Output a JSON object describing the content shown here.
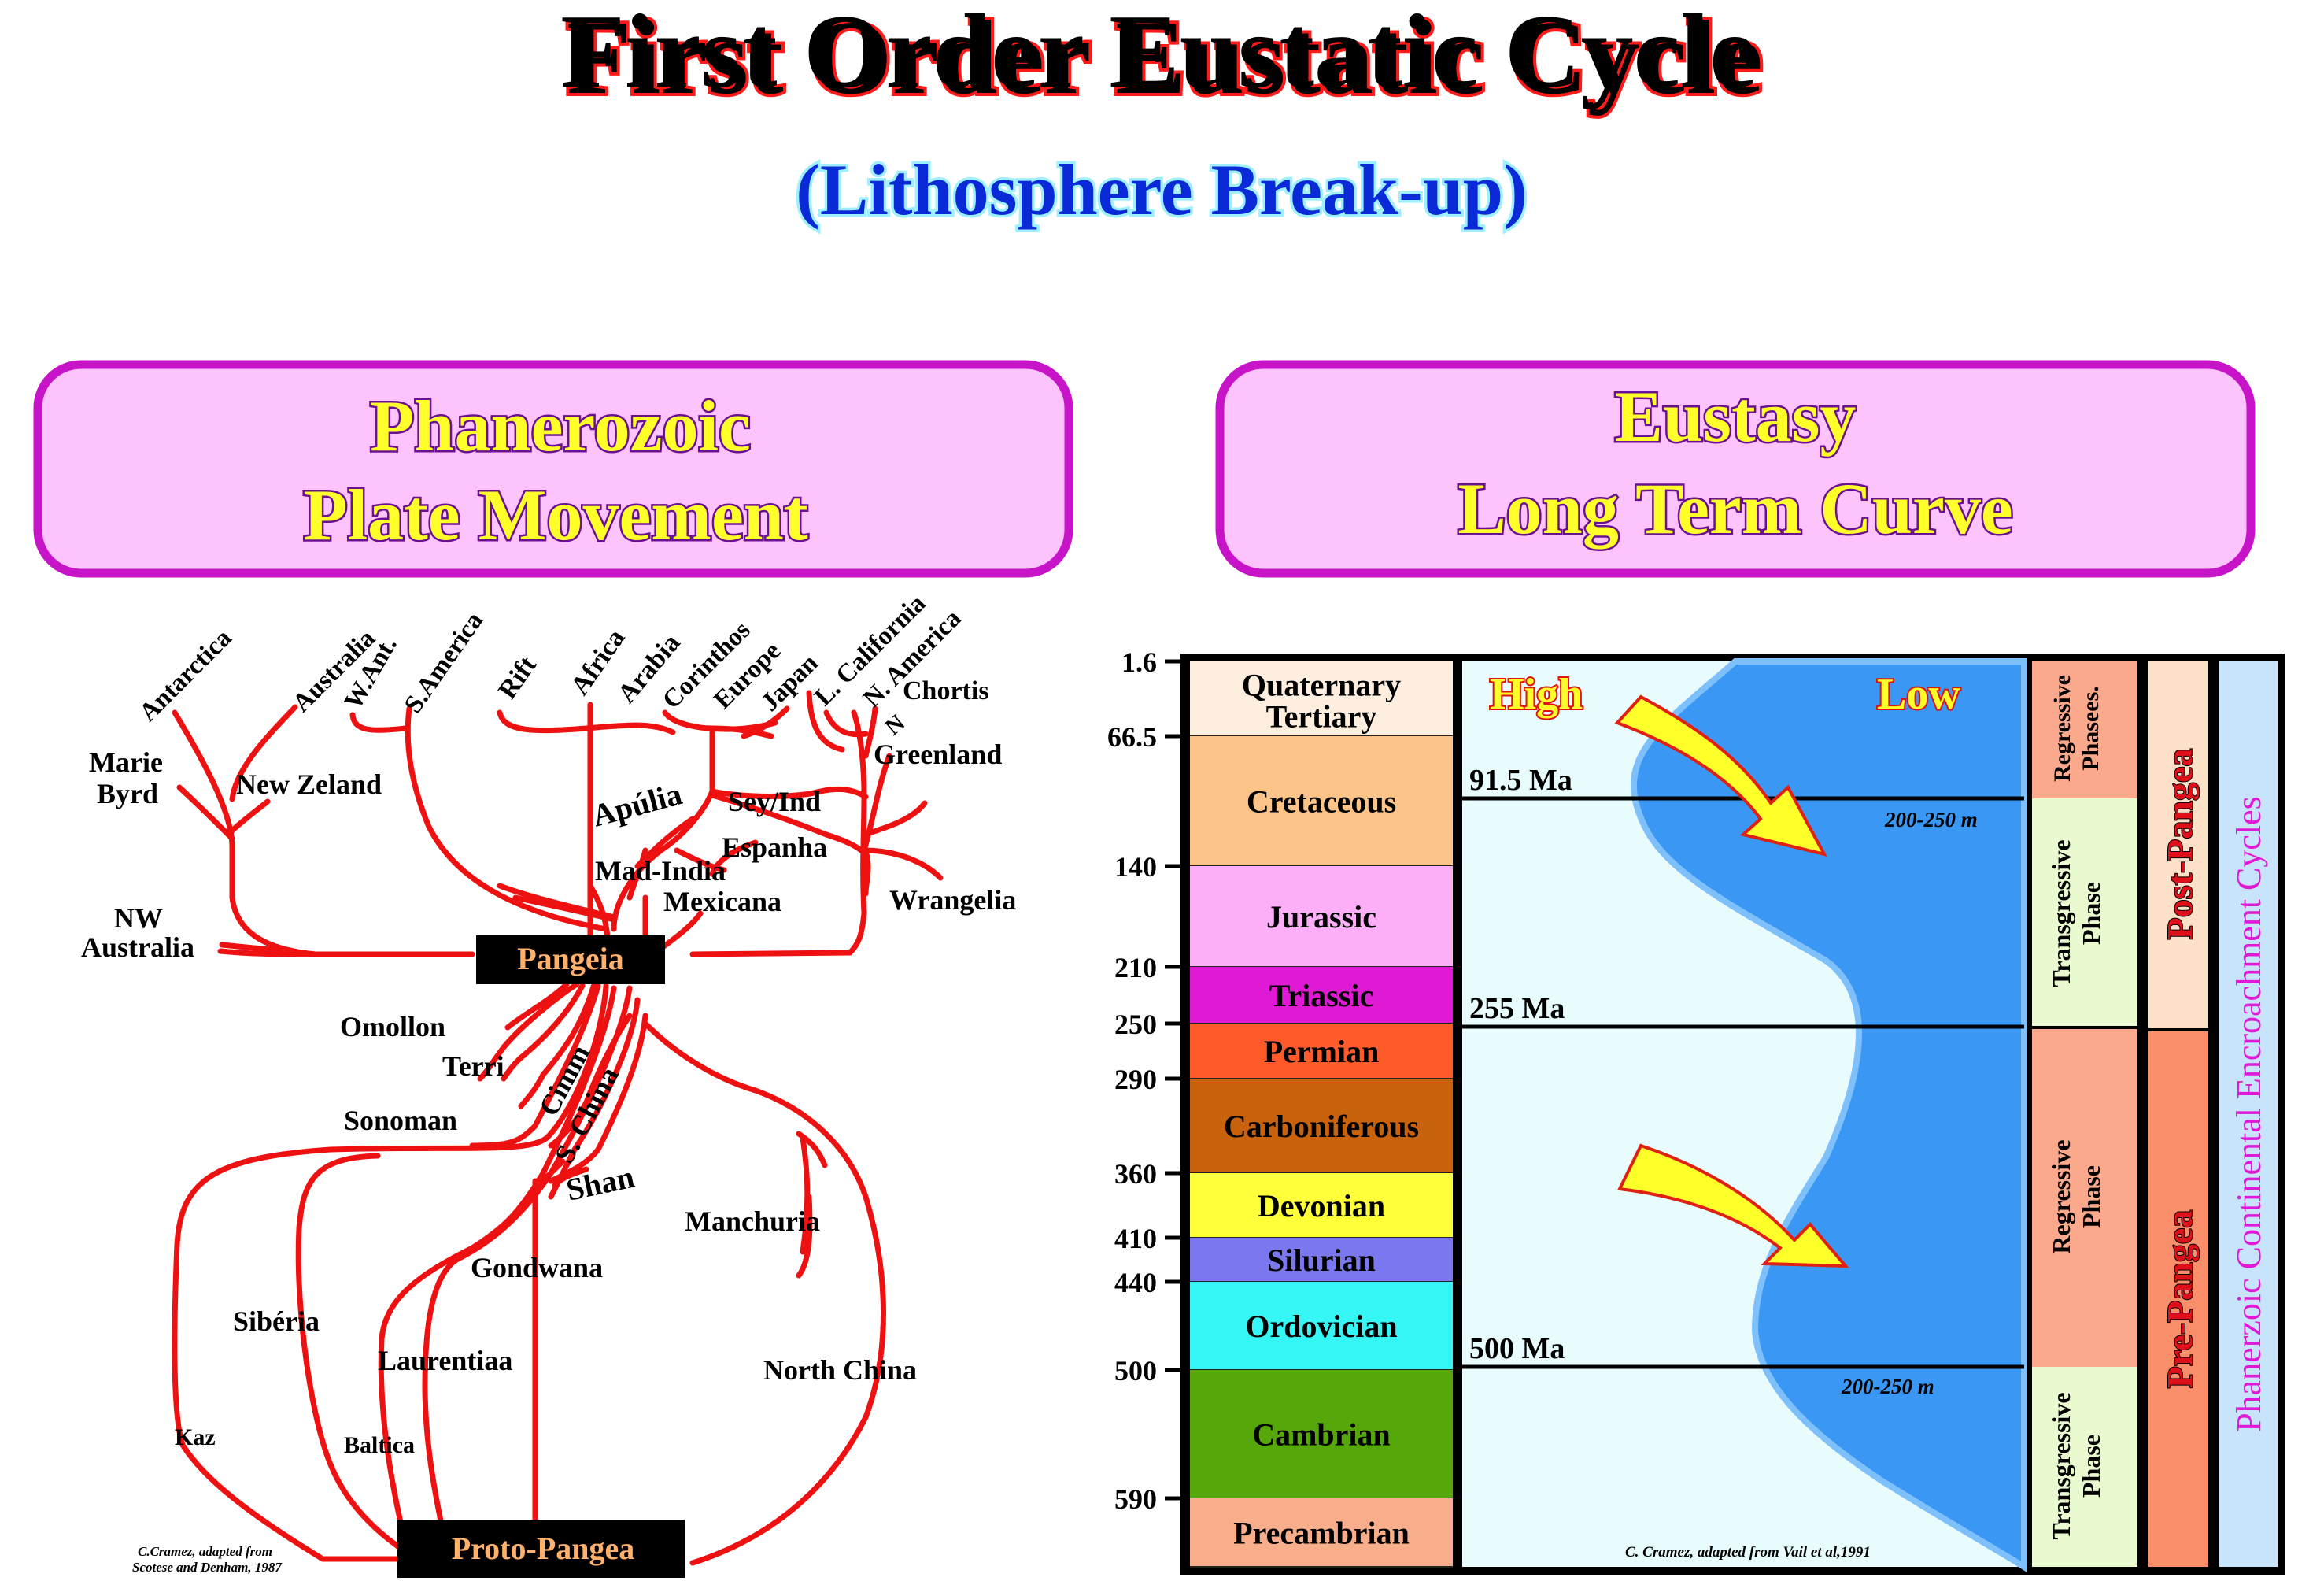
{
  "title": "First Order Eustatic Cycle",
  "subtitle": "(Lithosphere Break-up)",
  "left_panel": {
    "header_line1": "Phanerozoic",
    "header_line2": "Plate Movement",
    "top_labels": [
      "Antarctica",
      "Australia",
      "W.Ant.",
      "S.America",
      "Rift",
      "Africa",
      "Arabia",
      "Corinthos",
      "Europe",
      "Japan",
      "L. California",
      "N. America",
      "Chortis"
    ],
    "labels": {
      "marie_byrd_1": "Marie",
      "marie_byrd_2": "Byrd",
      "new_zeland": "New Zeland",
      "nw_australia_1": "NW",
      "nw_australia_2": "Australia",
      "apulia": "Apúlia",
      "sey_ind": "Sey/Ind",
      "espanha": "Espanha",
      "mad_india": "Mad-India",
      "mexicana": "Mexicana",
      "greenland": "Greenland",
      "wrangelia": "Wrangelia",
      "n_small": "N",
      "pangeia": "Pangeia",
      "omollon": "Omollon",
      "terri": "Terri",
      "cimm": "Cimm",
      "s_china": "S. China",
      "sonoman": "Sonoman",
      "shan": "Shan",
      "manchuria": "Manchuria",
      "gondwana": "Gondwana",
      "siberia": "Sibéria",
      "laurentiaa": "Laurentiaa",
      "north_china": "North China",
      "kaz": "Kaz",
      "baltica": "Baltica",
      "proto_pangea": "Proto-Pangea"
    },
    "credit_1": "C.Cramez, adapted from",
    "credit_2": "Scotese and Denham, 1987"
  },
  "right_panel": {
    "header_line1": "Eustasy",
    "header_line2": "Long Term Curve",
    "ages": [
      "1.6",
      "66.5",
      "140",
      "210",
      "250",
      "290",
      "360",
      "410",
      "440",
      "500",
      "590"
    ],
    "periods": [
      {
        "name": "Quaternary",
        "name2": "Tertiary",
        "color": "#fdeee0"
      },
      {
        "name": "Cretaceous",
        "color": "#fdc48a"
      },
      {
        "name": "Jurassic",
        "color": "#fcaef7"
      },
      {
        "name": "Triassic",
        "color": "#e01ad4"
      },
      {
        "name": "Permian",
        "color": "#ff5a2a"
      },
      {
        "name": "Carboniferous",
        "color": "#c9620c"
      },
      {
        "name": "Devonian",
        "color": "#ffff3a"
      },
      {
        "name": "Silurian",
        "color": "#7b77ee"
      },
      {
        "name": "Ordovician",
        "color": "#35f5f5"
      },
      {
        "name": "Cambrian",
        "color": "#56a80a"
      },
      {
        "name": "Precambrian",
        "color": "#f8ae8a"
      }
    ],
    "high_label": "High",
    "low_label": "Low",
    "markers": [
      "91.5 Ma",
      "255 Ma",
      "500 Ma"
    ],
    "amplitudes": [
      "200-250 m",
      "200-250 m"
    ],
    "phases": [
      "Regressive Phasees.",
      "Transgressive Phase",
      "Regressive Phase",
      "Transgressive Phase"
    ],
    "phase_words": {
      "regressive": "Regressive",
      "phasees": "Phasees.",
      "transgressive": "Transgressive",
      "phase": "Phase"
    },
    "post_pangea": "Post-Pangea",
    "pre_pangea": "Pre-Pangea",
    "cycles_label": "Phanerzoic Continental Encroachment Cycles",
    "credit": "C. Cramez, adapted from Vail et al,1991",
    "colors": {
      "sea": "#3a98f4",
      "background": "#e8fbfd",
      "regressive": "#fba98c",
      "transgressive": "#eafad0",
      "post_pangea": "#fde0c8",
      "pre_pangea": "#fb8e6a",
      "cycles": "#c8e4fb"
    }
  }
}
